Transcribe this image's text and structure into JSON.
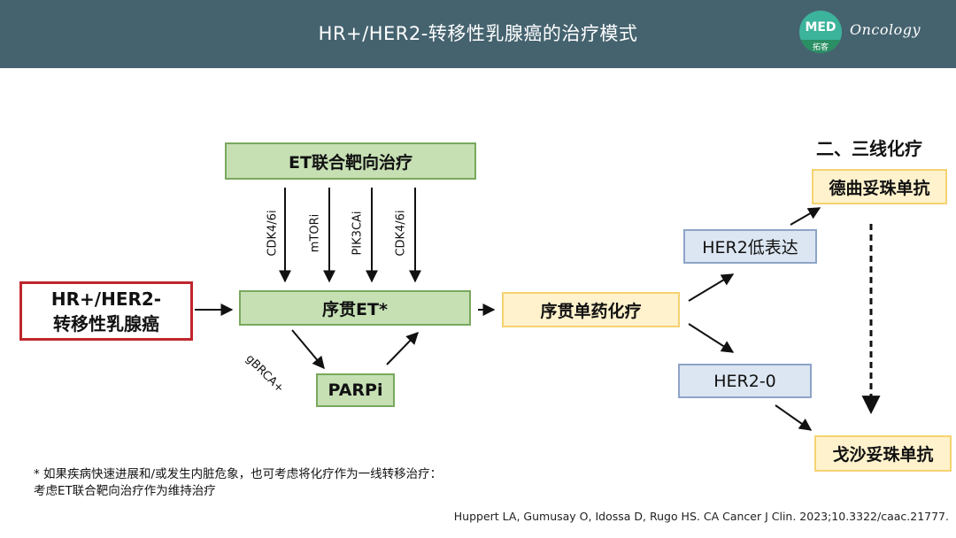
{
  "header": {
    "title": "HR+/HER2-转移性乳腺癌的治疗模式",
    "logo_med": "MED",
    "logo_sub": "拓客",
    "logo_text": "Oncology"
  },
  "diagram": {
    "start": "HR+/HER2-\n转移性乳腺癌",
    "et_combo": "ET联合靶向治疗",
    "sequential_et": "序贯ET*",
    "parpi": "PARPi",
    "sequential_chemo": "序贯单药化疗",
    "her2_low": "HER2低表达",
    "her2_zero": "HER2-0",
    "later_lines": "二、三线化疗",
    "t_dxd": "德曲妥珠单抗",
    "sg": "戈沙妥珠单抗",
    "arrow_labels": [
      "CDK4/6i",
      "mTORi",
      "PIK3CAi",
      "CDK4/6i"
    ],
    "gbrca_label": "gBRCA+"
  },
  "footnote": {
    "line1": "* 如果疾病快速进展和/或发生内脏危象，也可考虑将化疗作为一线转移治疗：",
    "line2": "考虑ET联合靶向治疗作为维持治疗"
  },
  "citation": "Huppert LA, Gumusay O, Idossa D, Rugo HS. CA Cancer J Clin. 2023;10.3322/caac.21777."
}
